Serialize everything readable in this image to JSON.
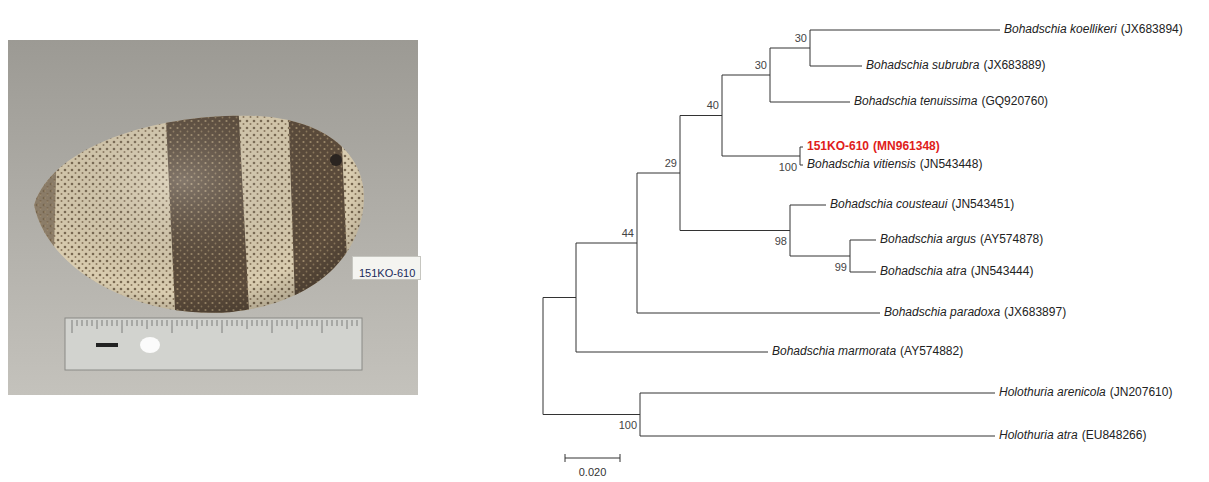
{
  "diagram": {
    "nodes": [
      {
        "text": [
          "151KO-610"
        ]
      }
    ],
    "labels": [
      "30",
      "Bohadschia koellikeri",
      "(JX683894)",
      "30",
      "Bohadschia subrubra",
      "(JX683889)",
      "40",
      "Bohadschia tenuissima",
      "(GQ920760)",
      "151KO-610",
      "(MN961348)",
      "29",
      "100",
      "Bohadschia vitiensis",
      "(JN543448)",
      "Bohadschia cousteaui",
      "(JN543451)",
      "44",
      "98",
      "Bohadschia argus",
      "(AY574878)",
      "99",
      "Bohadschia atra",
      "(JN543444)",
      "Bohadschia paradoxa",
      "(JX683897)",
      "Bohadschia marmorata",
      "(AY574882)",
      "Holothuria arenicola",
      "(JN207610)",
      "100",
      "Holothuria atra",
      "(EU848266)",
      "0.020"
    ]
  }
}
